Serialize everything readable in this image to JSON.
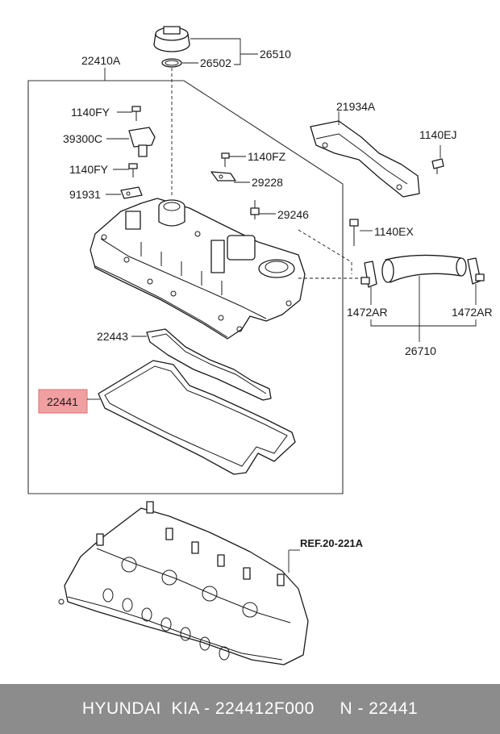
{
  "labels": {
    "cover_assy": "22410A",
    "oil_cap_assy": "26510",
    "oil_cap_gasket": "26502",
    "bolt_1140fy_a": "1140FY",
    "sensor": "39300C",
    "bolt_1140fy_b": "1140FY",
    "bracket": "91931",
    "bolt_1140fz": "1140FZ",
    "clip_29228": "29228",
    "stud_29246": "29246",
    "heat_shield": "21934A",
    "bolt_1140ej": "1140EJ",
    "bolt_1140ex": "1140EX",
    "clamp_left": "1472AR",
    "clamp_right": "1472AR",
    "hose": "26710",
    "gasket_22443": "22443",
    "gasket_22441": "22441",
    "reference": "REF.20-221A"
  },
  "highlighted_part": "22441",
  "colors": {
    "highlight": "#f0a0a0",
    "footer_bg": "#8c8c8c",
    "footer_text": "#ffffff",
    "line": "#1a1a1a"
  },
  "footer": {
    "text": "HYUNDAI  KIA - 224412F000     N - 22441"
  }
}
